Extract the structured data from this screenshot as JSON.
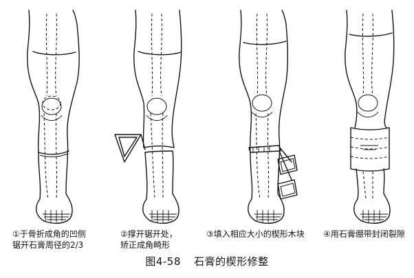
{
  "figure": {
    "number": "图4-58",
    "title": "石膏的楔形修整"
  },
  "steps": [
    {
      "lines": [
        "①于骨折成角的凹侧",
        "锯开石膏周径的2/3"
      ]
    },
    {
      "lines": [
        "②撑开锯开处，",
        "矫正成角畸形"
      ]
    },
    {
      "lines": [
        "③填入相应大小的楔形木块"
      ]
    },
    {
      "lines": [
        "④用石膏绷带封闭裂隙"
      ]
    }
  ],
  "colors": {
    "ink": "#111111",
    "background": "#ffffff"
  }
}
